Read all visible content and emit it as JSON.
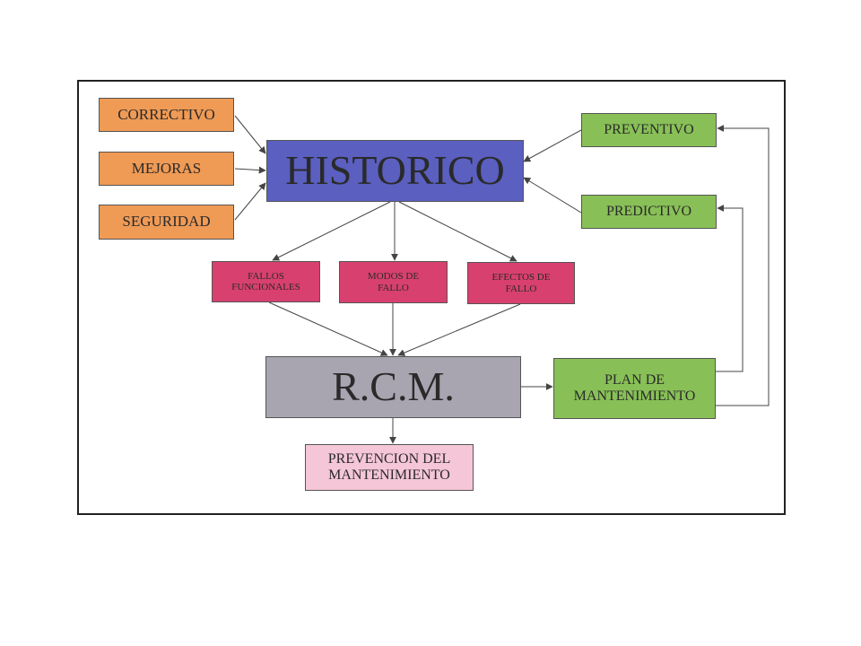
{
  "diagram": {
    "historico": "HISTORICO",
    "rcm": "R.C.M.",
    "correctivo": "CORRECTIVO",
    "mejoras": "MEJORAS",
    "seguridad": "SEGURIDAD",
    "preventivo": "PREVENTIVO",
    "predictivo": "PREDICTIVO",
    "fallos_funcionales": "FALLOS\nFUNCIONALES",
    "modos_de_fallo": "MODOS DE\nFALLO",
    "efectos_de_fallo": "EFECTOS DE\nFALLO",
    "plan_de_mantenimiento": "PLAN DE\nMANTENIMIENTO",
    "prevencion_del_mantenimiento": "PREVENCION DEL\nMANTENIMIENTO"
  },
  "colors": {
    "historico": "#5a5fc0",
    "rcm": "#a8a4b0",
    "inputs": "#ef9a55",
    "maintenance_types": "#88c057",
    "failure_analysis": "#d8406f",
    "prevencion": "#f5c6d8",
    "arrows": "#444444"
  }
}
